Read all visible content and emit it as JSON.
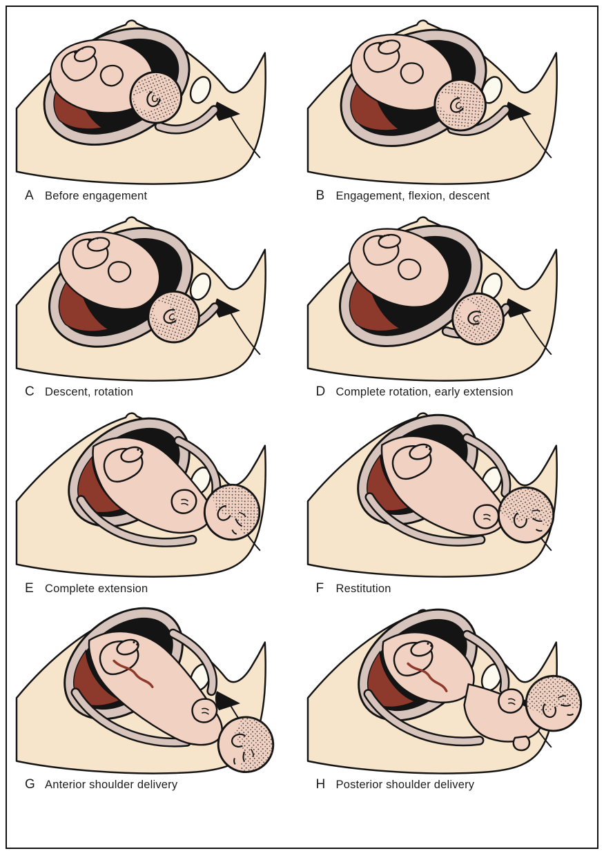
{
  "colors": {
    "skin": "#f6e4cb",
    "fetal_skin": "#f0d1c2",
    "uterus_lining": "#d7c5bd",
    "placenta": "#8d392c",
    "cavity": "#141414",
    "outline": "#141414",
    "oval": "#fcfaee",
    "background": "#ffffff",
    "caption_text": "#1b1b1b"
  },
  "figure_type": "labor-cardinal-movements-diagram",
  "panels": [
    {
      "letter": "A",
      "caption": "Before engagement"
    },
    {
      "letter": "B",
      "caption": "Engagement, flexion, descent"
    },
    {
      "letter": "C",
      "caption": "Descent, rotation"
    },
    {
      "letter": "D",
      "caption": "Complete rotation, early extension"
    },
    {
      "letter": "E",
      "caption": "Complete extension"
    },
    {
      "letter": "F",
      "caption": "Restitution"
    },
    {
      "letter": "G",
      "caption": "Anterior shoulder delivery"
    },
    {
      "letter": "H",
      "caption": "Posterior shoulder delivery"
    }
  ]
}
